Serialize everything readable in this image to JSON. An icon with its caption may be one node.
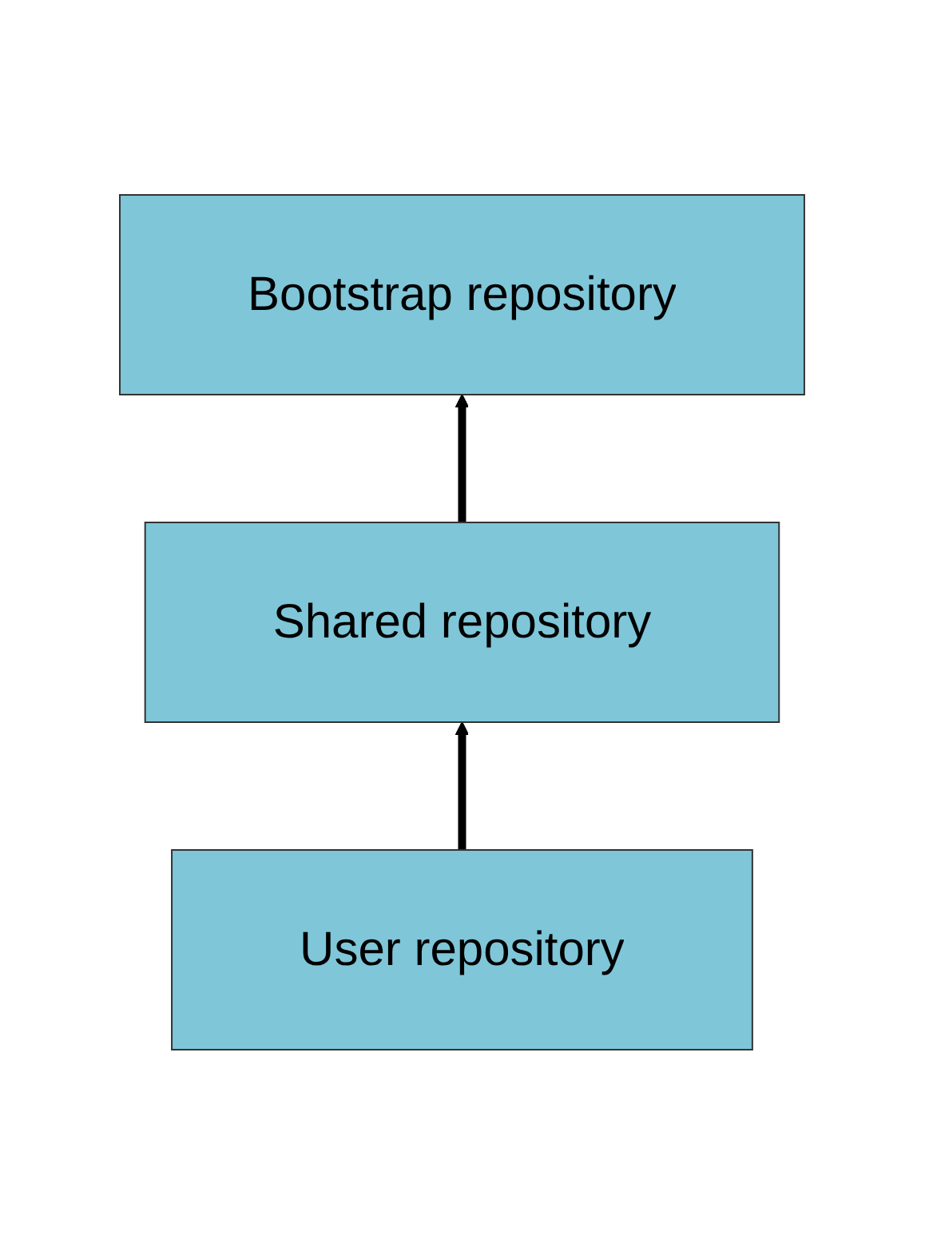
{
  "diagram": {
    "nodes": [
      {
        "text": [
          "Bootstrap repository"
        ]
      },
      {
        "text": [
          "Shared repository"
        ]
      },
      {
        "text": [
          "User repository"
        ]
      }
    ],
    "edges": [
      {
        "from": 1,
        "to": 0,
        "arrow": "to"
      },
      {
        "from": 2,
        "to": 1,
        "arrow": "to"
      }
    ]
  }
}
